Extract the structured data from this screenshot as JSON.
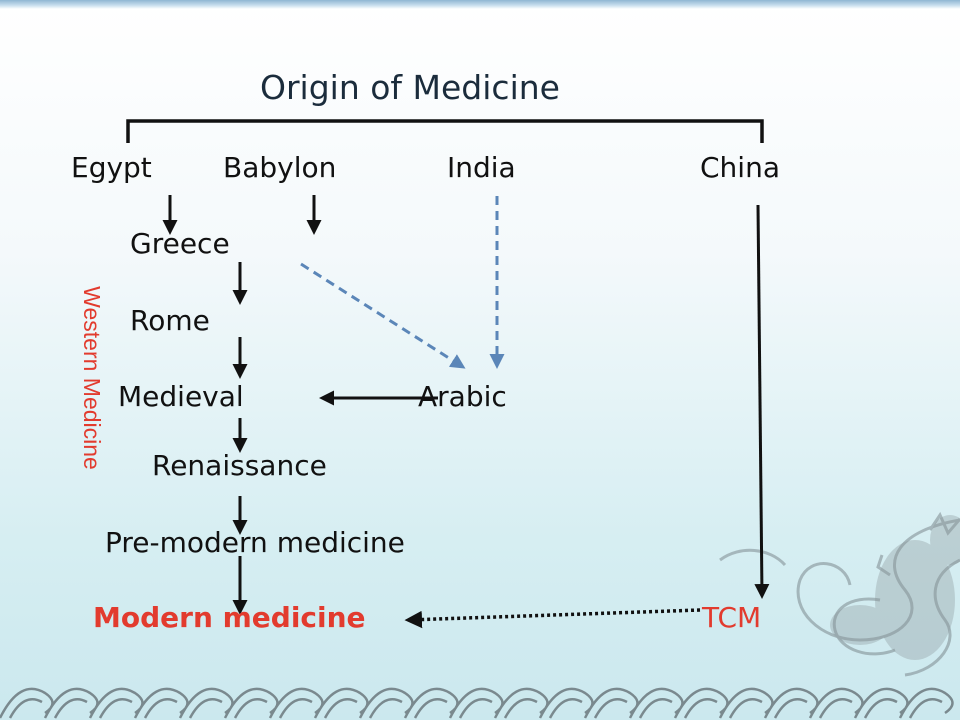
{
  "title": "Origin of Medicine",
  "origins": {
    "egypt": "Egypt",
    "babylon": "Babylon",
    "india": "India",
    "china": "China"
  },
  "stages": {
    "greece": "Greece",
    "rome": "Rome",
    "medieval": "Medieval",
    "arabic": "Arabic",
    "renaissance": "Renaissance",
    "premodern": "Pre-modern medicine",
    "modern": "Modern medicine",
    "tcm": "TCM"
  },
  "side_label": "Western Medicine",
  "colors": {
    "text": "#111111",
    "title": "#1b2c3c",
    "accent_red": "#e23b2e",
    "dashed_blue": "#5b86b8"
  }
}
